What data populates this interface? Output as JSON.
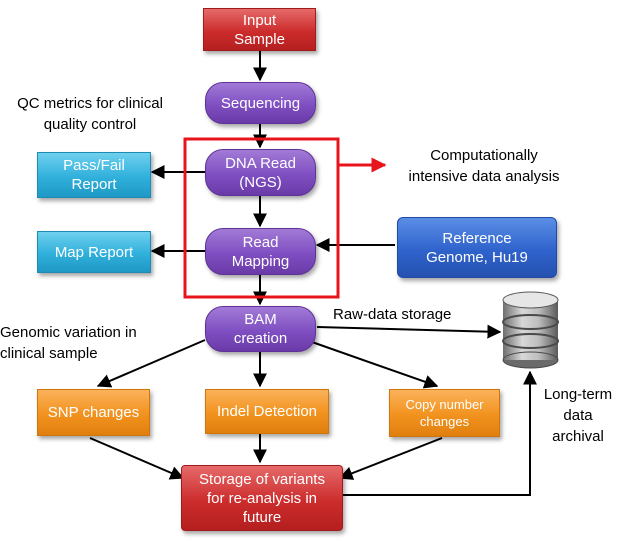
{
  "nodes": {
    "input_sample": [
      "Input",
      "Sample"
    ],
    "sequencing": [
      "Sequencing"
    ],
    "dna_read": [
      "DNA Read",
      "(NGS)"
    ],
    "read_mapping": [
      "Read",
      "Mapping"
    ],
    "pass_fail_report": [
      "Pass/Fail",
      "Report"
    ],
    "map_report": [
      "Map Report"
    ],
    "reference_genome": [
      "Reference",
      "Genome, Hu19"
    ],
    "bam_creation": [
      "BAM",
      "creation"
    ],
    "snp_changes": [
      "SNP changes"
    ],
    "indel_detection": [
      "Indel Detection"
    ],
    "copy_number_changes": [
      "Copy number",
      "changes"
    ],
    "storage_variants": [
      "Storage of variants",
      "for re-analysis in",
      "future"
    ]
  },
  "labels": {
    "qc_metrics": [
      "QC metrics for clinical",
      "quality control"
    ],
    "computational": [
      "Computationally",
      "intensive data analysis"
    ],
    "raw_data_storage": [
      "Raw-data storage"
    ],
    "genomic_variation": [
      "Genomic variation in",
      "clinical sample"
    ],
    "long_term": [
      "Long-term",
      "data",
      "archival"
    ]
  },
  "colors": {
    "red_box": "#cc2c2c",
    "purple_box": "#7f4fc2",
    "teal_box": "#30b0dc",
    "blue_box": "#2f63cc",
    "orange_box": "#f2921e",
    "highlight_frame": "#e8141c",
    "arrow": "#000000"
  },
  "icons": {
    "database": "database-icon"
  }
}
